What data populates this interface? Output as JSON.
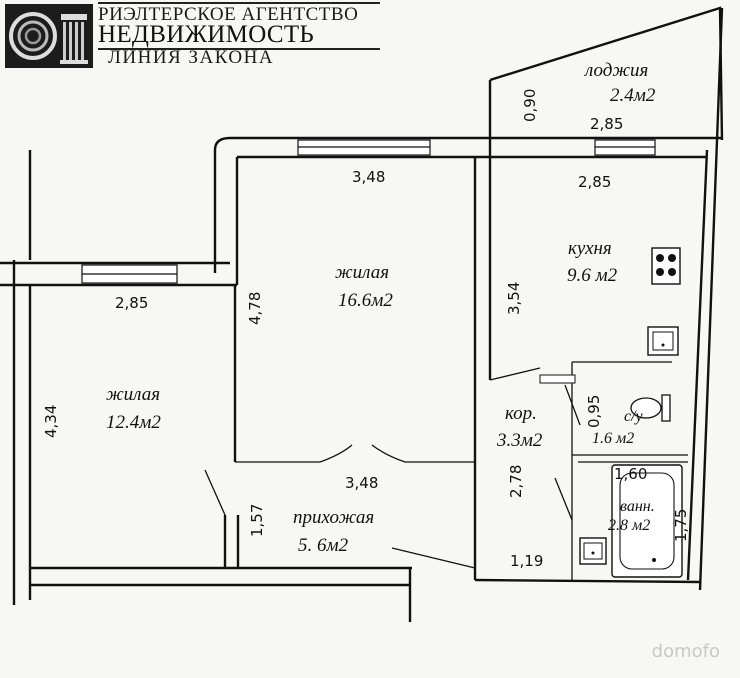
{
  "header": {
    "agency_top": "РИЭЛТЕРСКОЕ АГЕНТСТВО",
    "agency_main": "НЕДВИЖИМОСТЬ",
    "agency_bottom": "ЛИНИЯ ЗАКОНА"
  },
  "rooms": {
    "loggia": {
      "name": "лоджия",
      "area": "2.4м2"
    },
    "kitchen": {
      "name": "кухня",
      "area": "9.6 м2"
    },
    "living_large": {
      "name": "жилая",
      "area": "16.6м2"
    },
    "living_small": {
      "name": "жилая",
      "area": "12.4м2"
    },
    "corridor": {
      "name": "кор.",
      "area": "3.3м2"
    },
    "toilet": {
      "name": "с/у",
      "area": "1.6 м2"
    },
    "bathroom": {
      "name": "ванн.",
      "area": "2.8 м2"
    },
    "hallway": {
      "name": "прихожая",
      "area": "5. 6м2"
    }
  },
  "dimensions": {
    "loggia_depth": "0,90",
    "loggia_width": "2,85",
    "kitchen_width": "2,85",
    "living_large_width_top": "3,48",
    "living_large_width_bottom": "3,48",
    "living_large_depth": "4,78",
    "kitchen_depth": "3,54",
    "living_small_width": "2,85",
    "living_small_depth": "4,34",
    "hallway_depth": "1,57",
    "toilet_depth": "0,95",
    "corridor_depth": "2,78",
    "bath_width": "1,60",
    "bath_depth": "1,75",
    "bottom_width": "1,19"
  },
  "watermark": "domofo"
}
